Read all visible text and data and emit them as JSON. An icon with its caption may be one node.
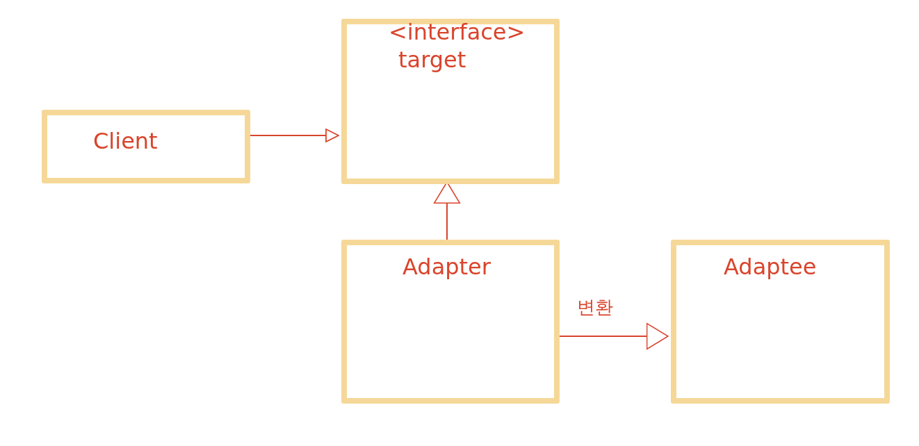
{
  "diagram": {
    "nodes": [
      {
        "text": [
          "Client"
        ]
      },
      {
        "text": [
          "<interface>",
          "target"
        ]
      },
      {
        "text": [
          "Adapter"
        ]
      },
      {
        "text": [
          "Adaptee"
        ]
      }
    ],
    "edges": [
      {
        "from": 0,
        "to": 1,
        "arrow": "to"
      },
      {
        "from": 2,
        "to": 1,
        "arrow": "to"
      },
      {
        "from": 2,
        "to": 3,
        "arrow": "to",
        "label": "변환"
      }
    ]
  }
}
